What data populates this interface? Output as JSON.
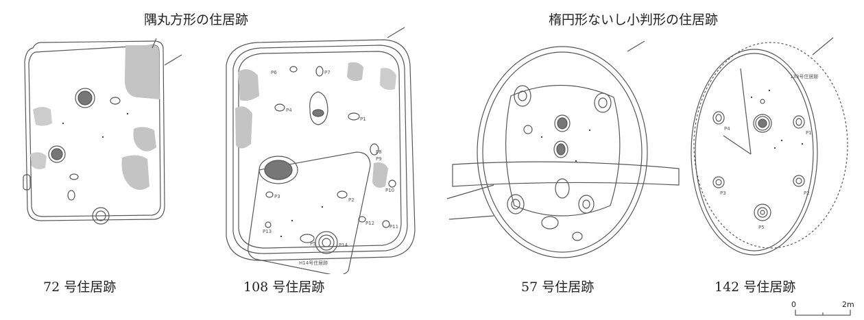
{
  "headings": {
    "left": "隅丸方形の住居跡",
    "right": "楕円形ないし小判形の住居跡"
  },
  "sites": [
    {
      "label": "72 号住居跡",
      "posts": []
    },
    {
      "label": "108 号住居跡",
      "posts": [
        "P1",
        "P2",
        "P3",
        "P4",
        "P5",
        "P6",
        "P7",
        "P8",
        "P9",
        "P10",
        "P11",
        "P12",
        "P13",
        "P14"
      ],
      "overlap_note": "H14号住居跡"
    },
    {
      "label": "57 号住居跡",
      "posts": []
    },
    {
      "label": "142 号住居跡",
      "posts": [
        "P1",
        "P2",
        "P3",
        "P4",
        "P5"
      ],
      "overlap_note": "133号住居跡"
    }
  ],
  "scale_bar": {
    "start": "0",
    "end": "2m"
  },
  "colors": {
    "line": "#555555",
    "shade": "#c4c4c4",
    "hearth": "#777777"
  }
}
